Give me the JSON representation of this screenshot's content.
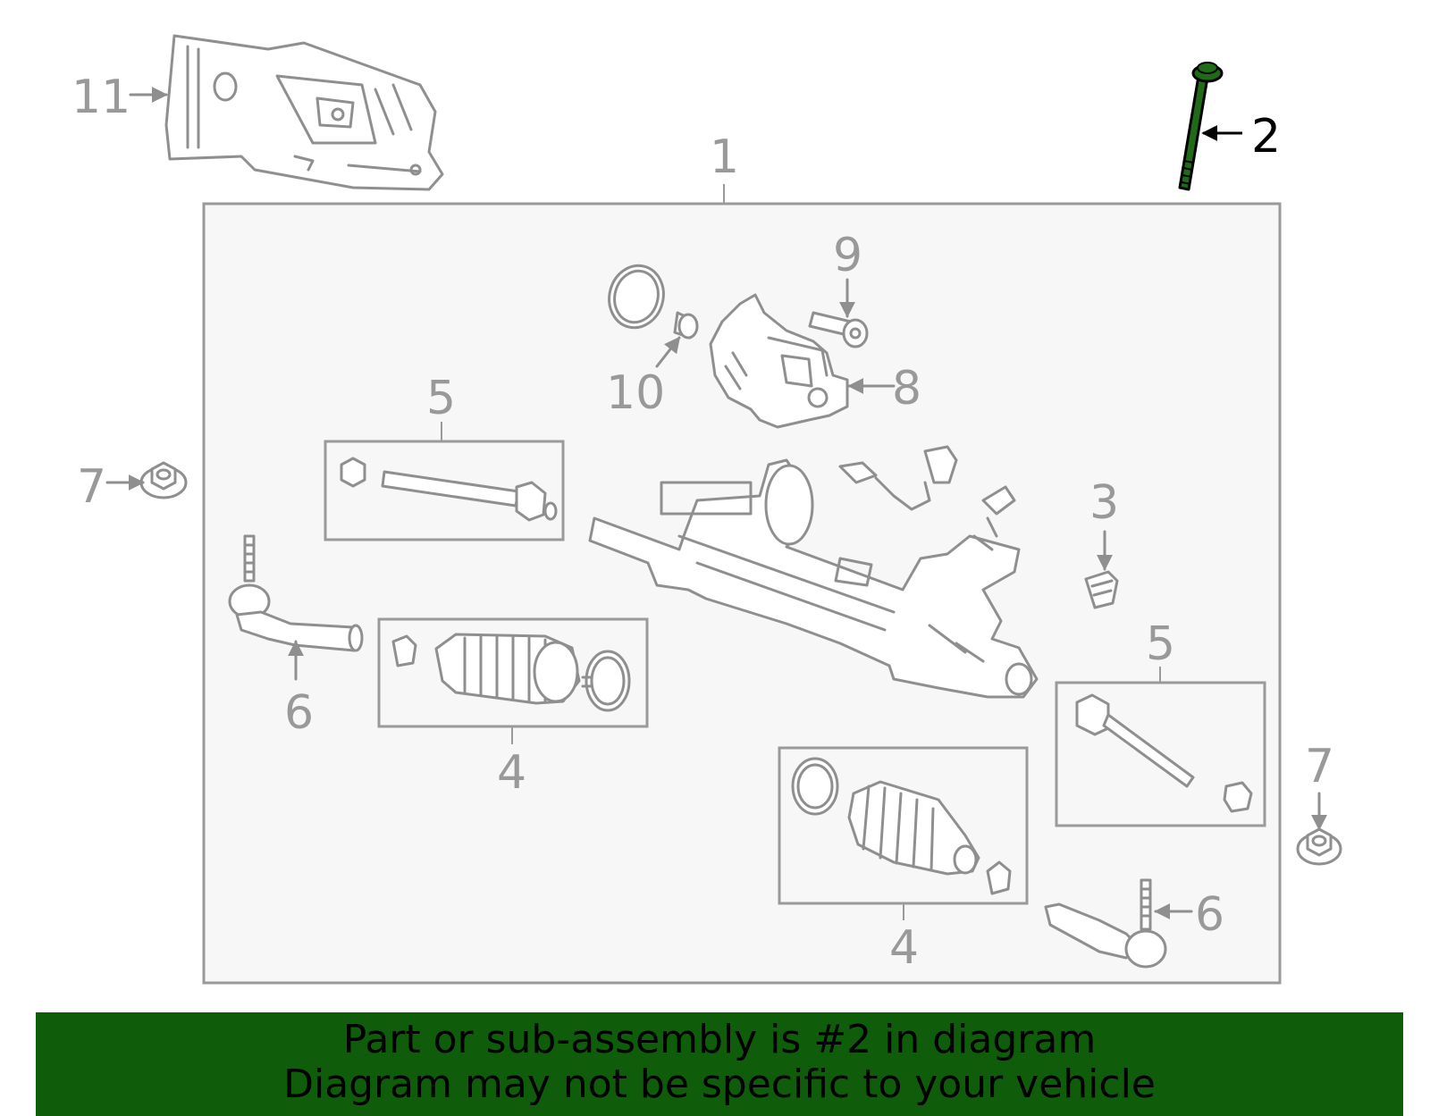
{
  "callouts": {
    "c1": "1",
    "c2": "2",
    "c3": "3",
    "c4a": "4",
    "c4b": "4",
    "c5a": "5",
    "c5b": "5",
    "c6a": "6",
    "c6b": "6",
    "c7a": "7",
    "c7b": "7",
    "c8": "8",
    "c9": "9",
    "c10": "10",
    "c11": "11"
  },
  "highlighted_part": "2",
  "colors": {
    "highlight": "#0f5c0a",
    "line": "#8f8f8f",
    "box_fill": "#f7f7f7",
    "banner": "#0f5c0a"
  },
  "banner": {
    "line1": "Part or sub-assembly is #2 in diagram",
    "line2": "Diagram may not be specific to your vehicle"
  }
}
